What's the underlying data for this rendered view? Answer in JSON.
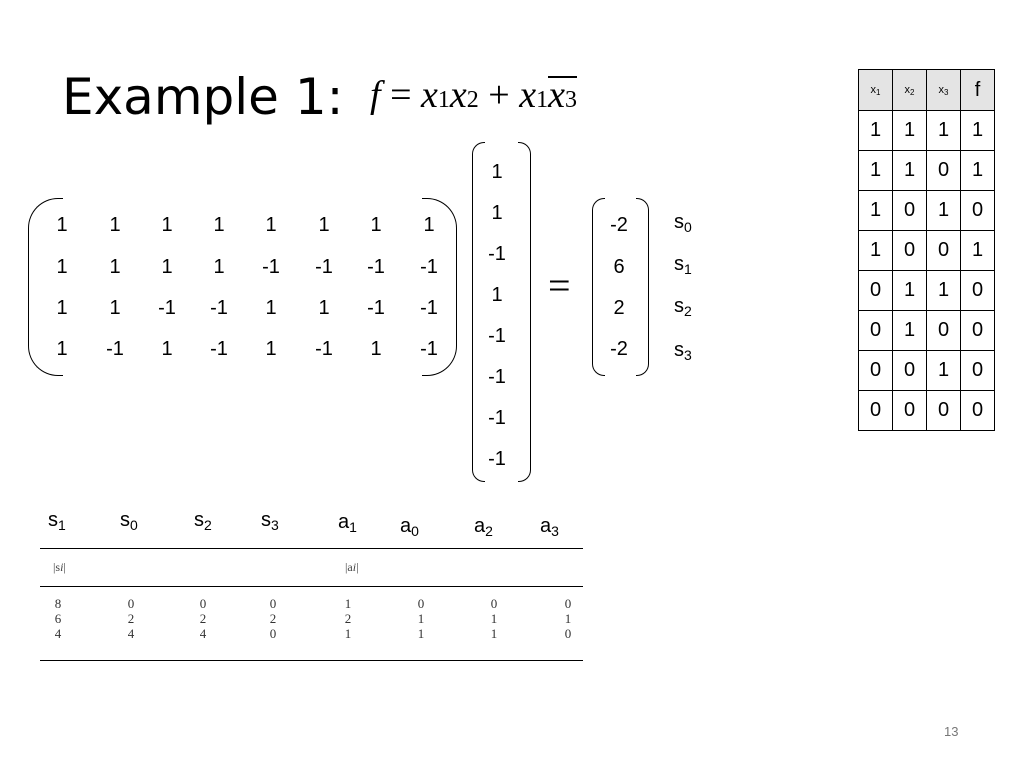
{
  "slide": {
    "title": "Example 1:",
    "formula": {
      "f": "f",
      "eq": "=",
      "x": "x",
      "s1": "1",
      "s2": "2",
      "s3": "3",
      "plus": "+"
    },
    "page_number": "13"
  },
  "matrix": {
    "rows": [
      [
        "1",
        "1",
        "1",
        "1",
        "1",
        "1",
        "1",
        "1"
      ],
      [
        "1",
        "1",
        "1",
        "1",
        "-1",
        "-1",
        "-1",
        "-1"
      ],
      [
        "1",
        "1",
        "-1",
        "-1",
        "1",
        "1",
        "-1",
        "-1"
      ],
      [
        "1",
        "-1",
        "1",
        "-1",
        "1",
        "-1",
        "1",
        "-1"
      ]
    ]
  },
  "vector": [
    "1",
    "1",
    "-1",
    "1",
    "-1",
    "-1",
    "-1",
    "-1"
  ],
  "equals": "=",
  "result": {
    "values": [
      "-2",
      "6",
      "2",
      "-2"
    ],
    "labels": [
      {
        "base": "s",
        "sub": "0"
      },
      {
        "base": "s",
        "sub": "1"
      },
      {
        "base": "s",
        "sub": "2"
      },
      {
        "base": "s",
        "sub": "3"
      }
    ]
  },
  "truth_table": {
    "headers": [
      {
        "base": "x",
        "sub": "1"
      },
      {
        "base": "x",
        "sub": "2"
      },
      {
        "base": "x",
        "sub": "3"
      },
      {
        "base": "f",
        "sub": ""
      }
    ],
    "rows": [
      [
        "1",
        "1",
        "1",
        "1"
      ],
      [
        "1",
        "1",
        "0",
        "1"
      ],
      [
        "1",
        "0",
        "1",
        "0"
      ],
      [
        "1",
        "0",
        "0",
        "1"
      ],
      [
        "0",
        "1",
        "1",
        "0"
      ],
      [
        "0",
        "1",
        "0",
        "0"
      ],
      [
        "0",
        "0",
        "1",
        "0"
      ],
      [
        "0",
        "0",
        "0",
        "0"
      ]
    ]
  },
  "spectrum_table": {
    "headers": [
      {
        "base": "s",
        "sub": "1"
      },
      {
        "base": "s",
        "sub": "0"
      },
      {
        "base": "s",
        "sub": "2"
      },
      {
        "base": "s",
        "sub": "3"
      },
      {
        "base": "a",
        "sub": "1"
      },
      {
        "base": "a",
        "sub": "0"
      },
      {
        "base": "a",
        "sub": "2"
      },
      {
        "base": "a",
        "sub": "3"
      }
    ],
    "subheaders": {
      "s": "|s",
      "s_sub": "i",
      "a": "|a",
      "a_sub": "i",
      "end": "|"
    },
    "columns": [
      [
        "8",
        "6",
        "4"
      ],
      [
        "0",
        "2",
        "4"
      ],
      [
        "0",
        "2",
        "4"
      ],
      [
        "0",
        "2",
        "0"
      ],
      [
        "1",
        "2",
        "1"
      ],
      [
        "0",
        "1",
        "1"
      ],
      [
        "0",
        "1",
        "1"
      ],
      [
        "0",
        "1",
        "0"
      ]
    ]
  }
}
